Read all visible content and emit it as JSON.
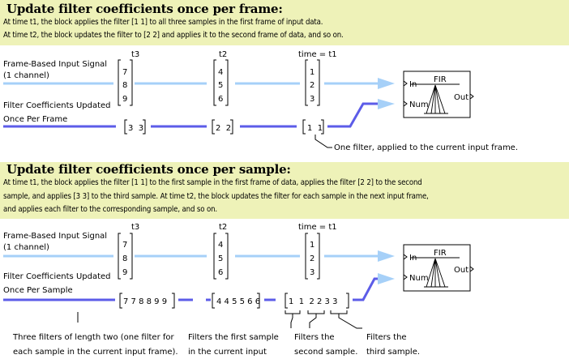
{
  "section1": {
    "heading": "Update filter coefficients once per frame:",
    "desc_line1": "At time t1, the block applies the filter [1  1] to all three samples in the first frame of input data.",
    "desc_line2": "At time t2, the block updates the filter to [2 2] and applies it to the second frame of data, and so on.",
    "input_label_1": "Frame-Based Input Signal",
    "input_label_2": "(1 channel)",
    "coef_label_1": "Filter Coefficients Updated",
    "coef_label_2": "Once Per Frame",
    "t3": "t3",
    "t2": "t2",
    "t1": "time = t1",
    "frame_t3": [
      "7",
      "8",
      "9"
    ],
    "frame_t2": [
      "4",
      "5",
      "6"
    ],
    "frame_t1": [
      "1",
      "2",
      "3"
    ],
    "coef_t3": "3  3",
    "coef_t2": "2  2",
    "coef_t1": "1  1",
    "annotation": "One filter, applied to the current input frame."
  },
  "section2": {
    "heading": "Update filter coefficients once per sample:",
    "desc_line1": "At time t1, the block applies the filter [1  1] to the first sample in the first frame of data, applies the filter [2 2] to the second",
    "desc_line2": "sample, and applies [3 3] to the third sample. At time t2, the block updates the filter for each sample in the next input frame,",
    "desc_line3": "and applies each filter to the corresponding sample, and so on.",
    "input_label_1": "Frame-Based Input Signal",
    "input_label_2": "(1 channel)",
    "coef_label_1": "Filter Coefficients Updated",
    "coef_label_2": "Once Per Sample",
    "t3": "t3",
    "t2": "t2",
    "t1": "time = t1",
    "frame_t3": [
      "7",
      "8",
      "9"
    ],
    "frame_t2": [
      "4",
      "5",
      "6"
    ],
    "frame_t1": [
      "1",
      "2",
      "3"
    ],
    "coef_t3": "7 7 8 8 9 9",
    "coef_t2": "4 4 5 5 6 6",
    "coef_t1": "1  1  2 2 3 3",
    "note_a_1": "Three filters of length two (one filter for",
    "note_a_2": "each sample in the current input frame).",
    "note_b_1": "Filters the first sample",
    "note_b_2": "in the current input",
    "note_c_1": "Filters the",
    "note_c_2": "second sample.",
    "note_d_1": "Filters the",
    "note_d_2": "third sample."
  },
  "block": {
    "title": "FIR",
    "port_in": "In",
    "port_num": "Num",
    "port_out": "Out"
  },
  "colors": {
    "panel_bg": "#eef2b8",
    "input_line": "#a6d0f8",
    "coef_line": "#5c5ce8"
  }
}
